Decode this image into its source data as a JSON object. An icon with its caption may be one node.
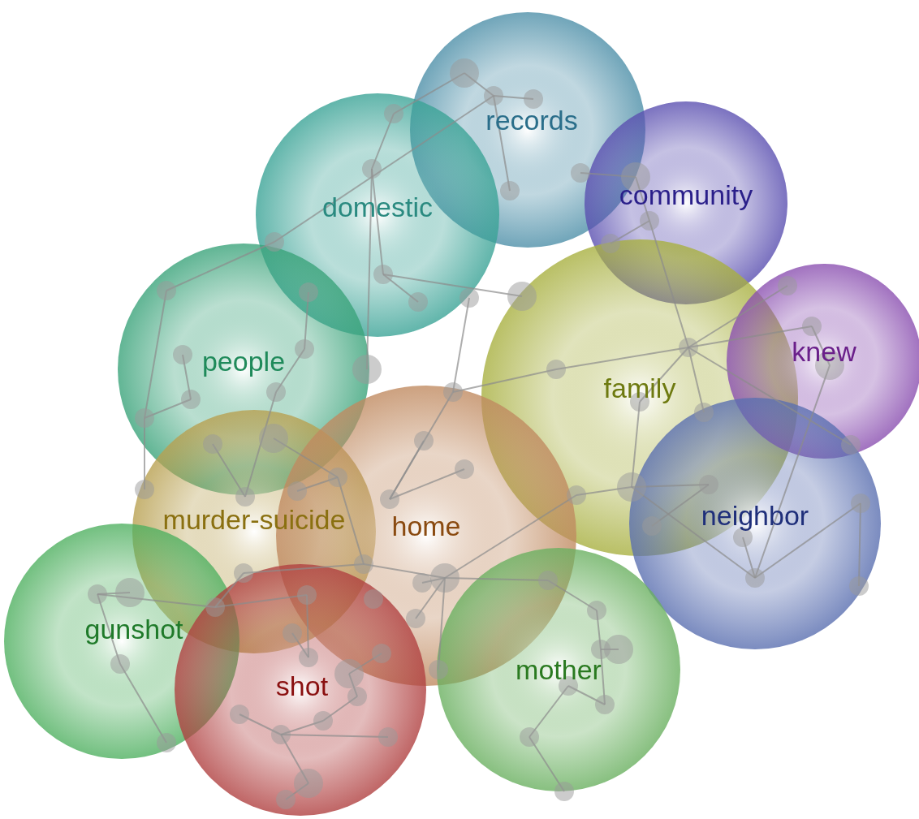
{
  "diagram": {
    "nodes": [
      {
        "text": [
          "records"
        ]
      },
      {
        "text": [
          "domestic"
        ]
      },
      {
        "text": [
          "community"
        ]
      },
      {
        "text": [
          "people"
        ]
      },
      {
        "text": [
          "family"
        ]
      },
      {
        "text": [
          "knew"
        ]
      },
      {
        "text": [
          "murder-suicide"
        ]
      },
      {
        "text": [
          "home"
        ]
      },
      {
        "text": [
          "neighbor"
        ]
      },
      {
        "text": [
          "gunshot"
        ]
      },
      {
        "text": [
          "shot"
        ]
      },
      {
        "text": [
          "mother"
        ]
      }
    ]
  }
}
